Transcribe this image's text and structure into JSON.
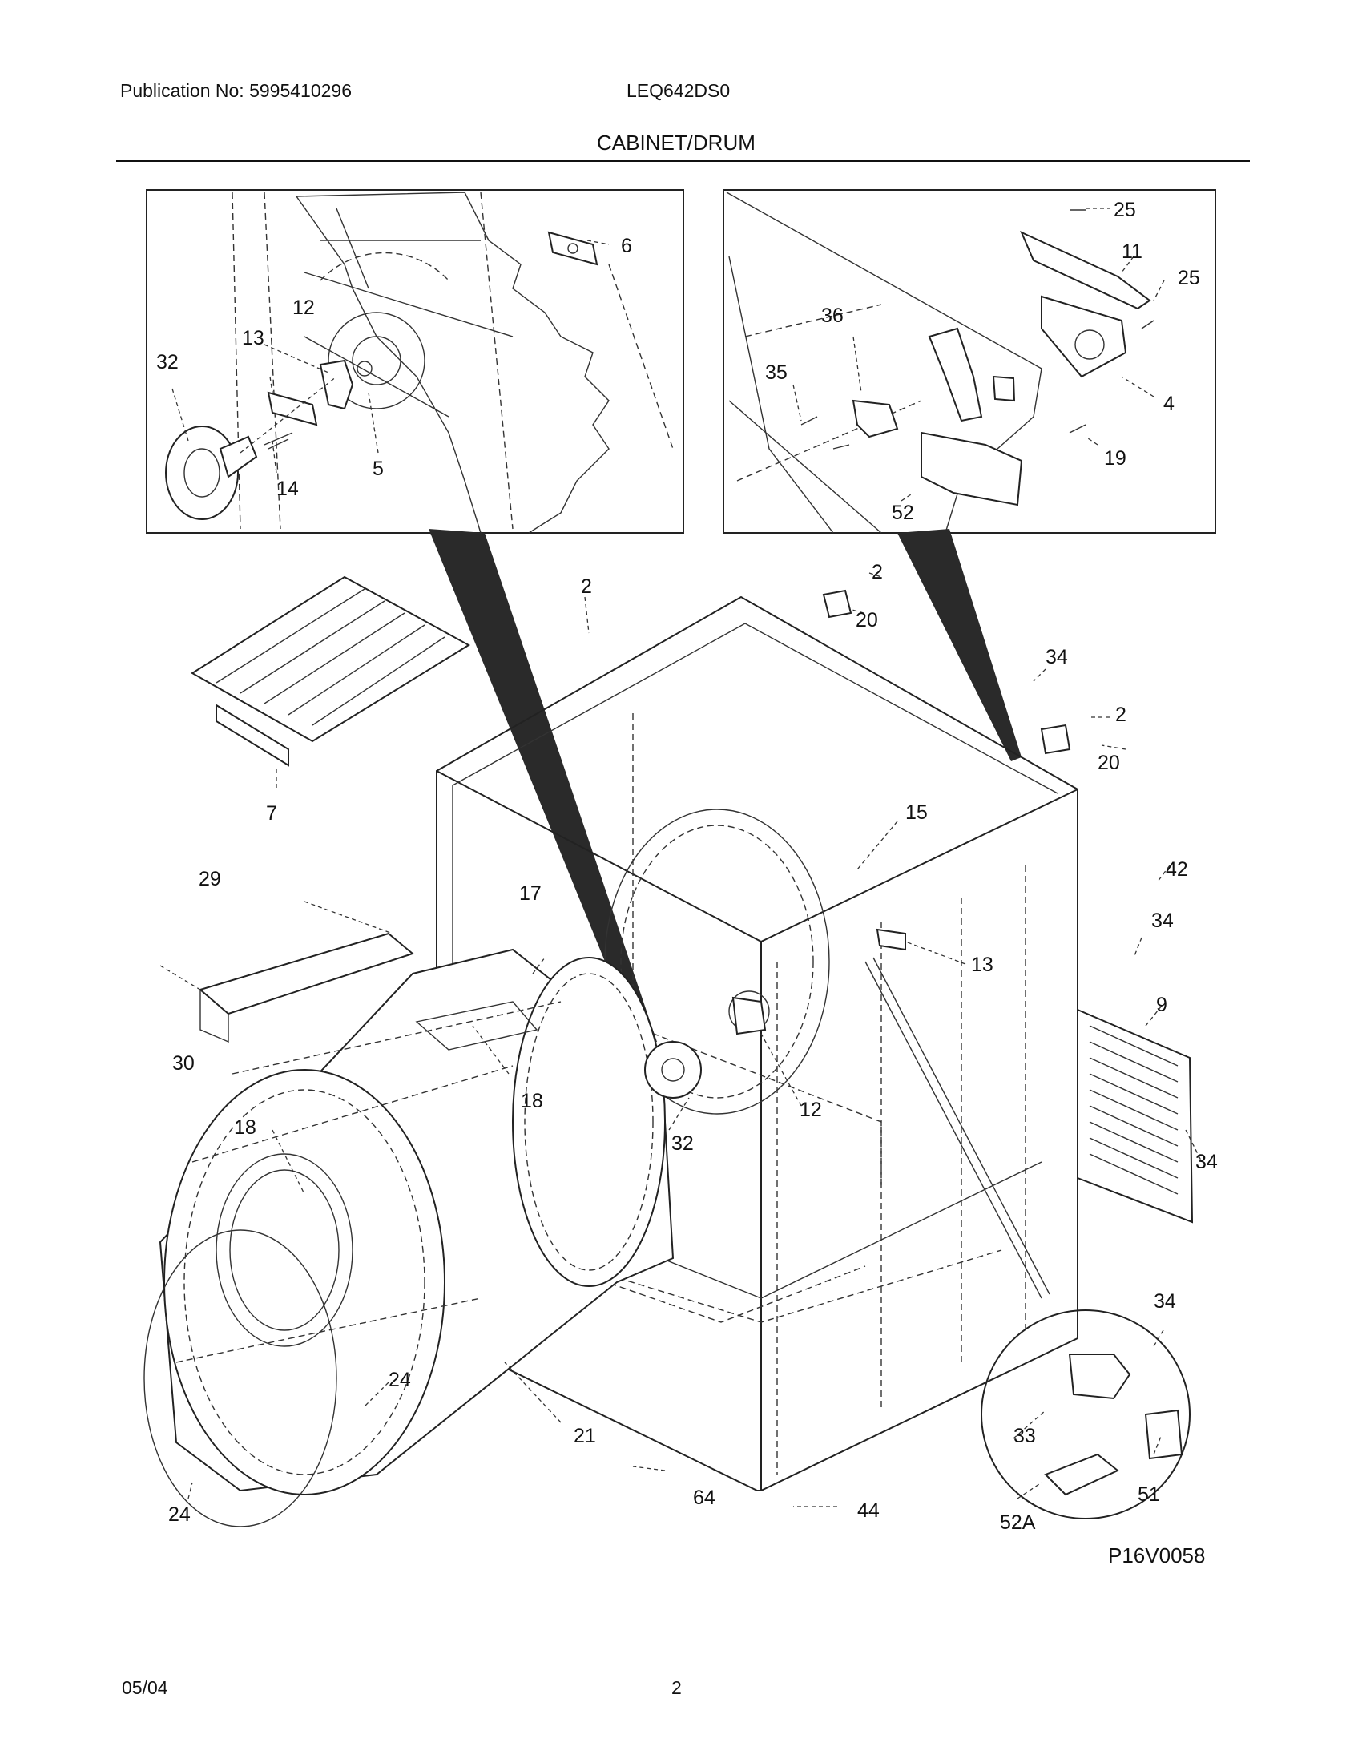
{
  "header": {
    "publication": "Publication No: 5995410296",
    "model": "LEQ642DS0",
    "section_title": "CABINET/DRUM"
  },
  "footer": {
    "date": "05/04",
    "page": "2"
  },
  "diagram": {
    "figure_code": "P16V0058",
    "callouts": {
      "inset_left": [
        "6",
        "12",
        "13",
        "32",
        "14",
        "5"
      ],
      "inset_right": [
        "25",
        "11",
        "25",
        "36",
        "35",
        "4",
        "19",
        "52"
      ],
      "main": [
        "2",
        "2",
        "20",
        "7",
        "34",
        "2",
        "20",
        "15",
        "42",
        "29",
        "17",
        "34",
        "13",
        "9",
        "30",
        "18",
        "12",
        "18",
        "32",
        "34",
        "34",
        "24",
        "21",
        "33",
        "24",
        "64",
        "44",
        "52A",
        "51"
      ]
    }
  }
}
